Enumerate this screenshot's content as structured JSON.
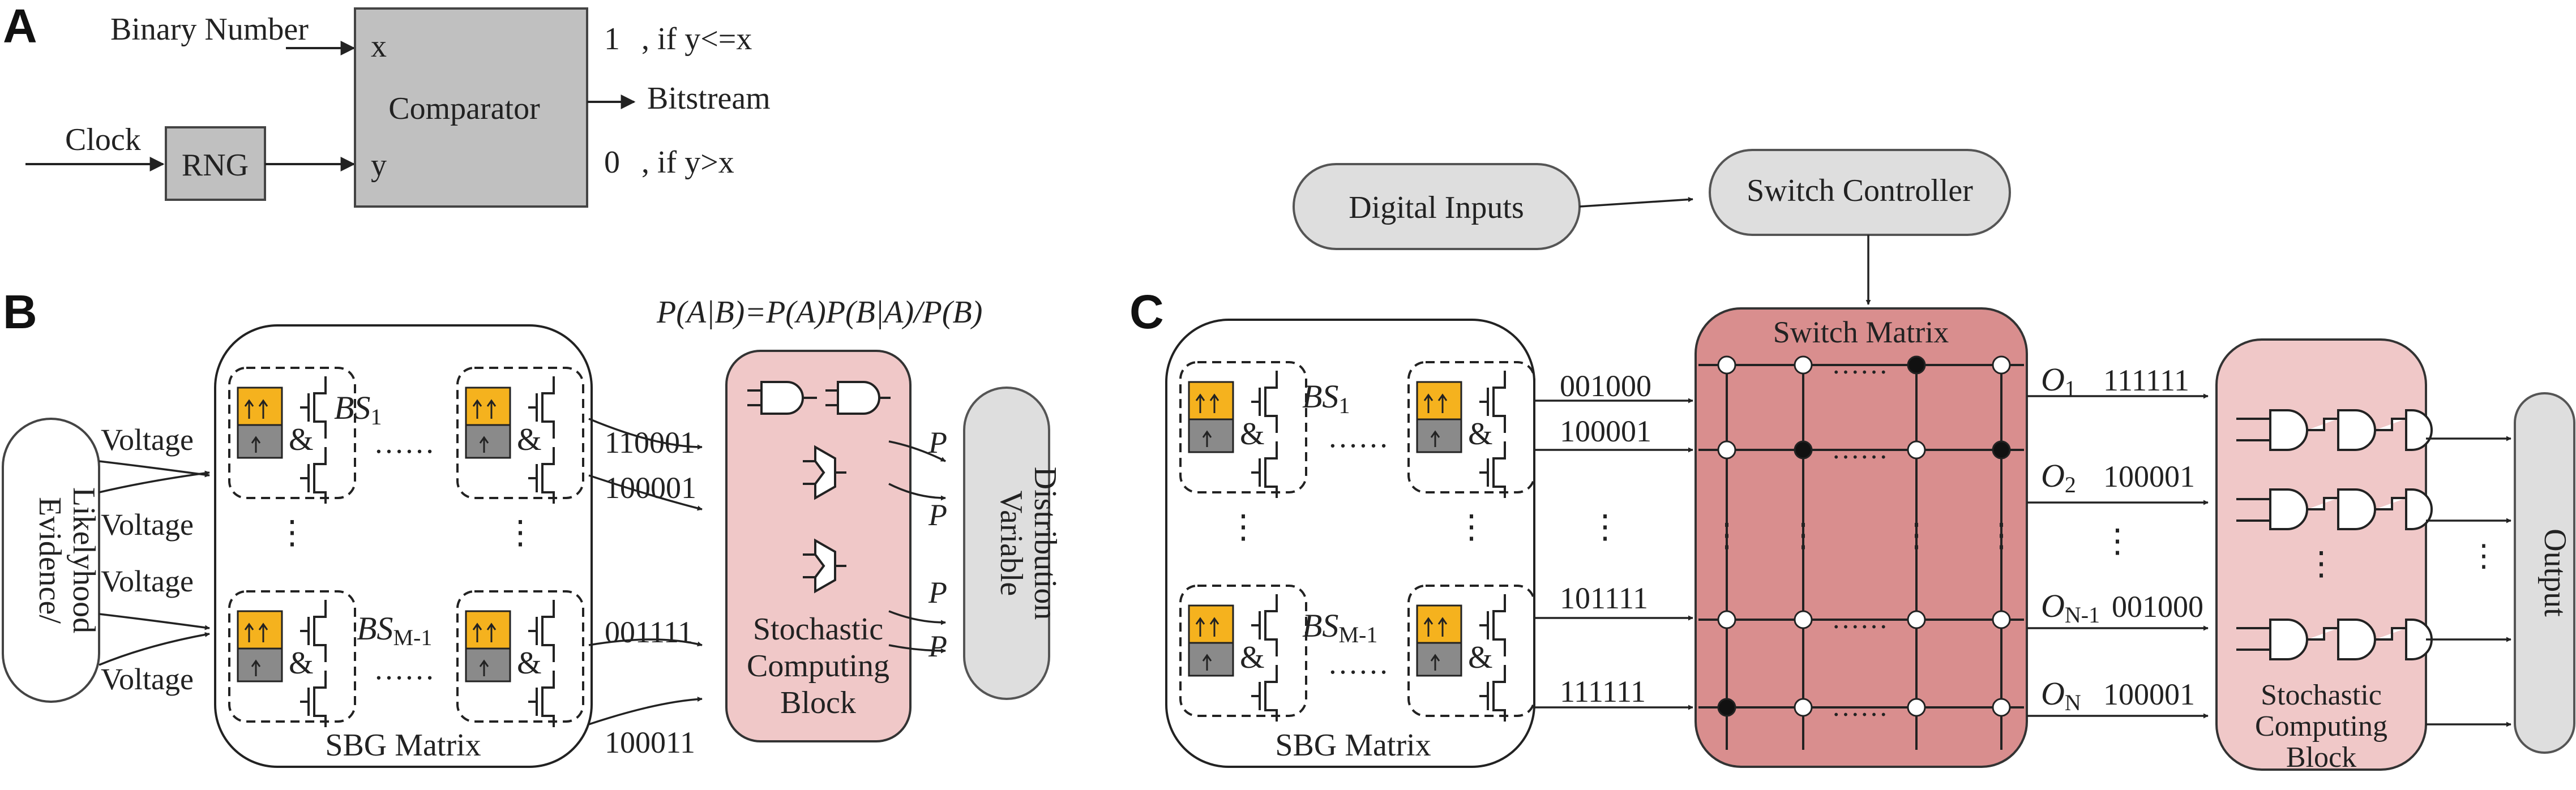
{
  "panel_a": {
    "letter": "A",
    "binary_number": "Binary Number",
    "clock": "Clock",
    "rng": "RNG",
    "comparator": "Comparator",
    "input_x": "x",
    "input_y": "y",
    "out_one": "1",
    "cond_one": ", if y<=x",
    "out_zero": "0",
    "cond_zero": ", if y>x",
    "bitstream": "Bitstream"
  },
  "panel_b": {
    "letter": "B",
    "evidence": [
      "Evidence/",
      "Likelyhood"
    ],
    "voltage": "Voltage",
    "bs1_base": "BS",
    "bs1_sub": "1",
    "bsm_base": "BS",
    "bsm_sub": "M-1",
    "and_symbol": "&",
    "ellipsis_h": "……",
    "ellipsis_v": "⋮",
    "sbg_matrix": "SBG Matrix",
    "bits": [
      "110001",
      "100001",
      "001111",
      "100011"
    ],
    "formula": "P(A|B)=P(A)P(B|A)/P(B)",
    "p_labels": [
      "P",
      "P",
      "P",
      "P"
    ],
    "scb": [
      "Stochastic",
      "Computing",
      "Block"
    ],
    "variable_distribution": [
      "Variable",
      "Distribution"
    ]
  },
  "panel_c": {
    "letter": "C",
    "digital_inputs": "Digital Inputs",
    "switch_controller": "Switch Controller",
    "switch_matrix": "Switch Matrix",
    "bs1_base": "BS",
    "bs1_sub": "1",
    "bsm_base": "BS",
    "bsm_sub": "M-1",
    "and_symbol": "&",
    "ellipsis_h": "……",
    "ellipsis_v": "⋮",
    "sbg_matrix": "SBG Matrix",
    "in_bits": [
      "001000",
      "100001",
      "101111",
      "111111"
    ],
    "out_labels": [
      {
        "base": "O",
        "sub": "1",
        "bits": "111111"
      },
      {
        "base": "O",
        "sub": "2",
        "bits": "100001"
      },
      {
        "base": "O",
        "sub": "N-1",
        "bits": "001000"
      },
      {
        "base": "O",
        "sub": "N",
        "bits": "100001"
      }
    ],
    "scb": [
      "Stochastic",
      "Computing",
      "Block"
    ],
    "output": "Output"
  },
  "colors": {
    "gray_block": "#c0c0c0",
    "pink_block": "#f0c8c8",
    "switch_red": "#d98e8e",
    "capsule_gray": "#dedede",
    "device_orange": "#f5b21e",
    "device_gray": "#8a8a8a"
  }
}
